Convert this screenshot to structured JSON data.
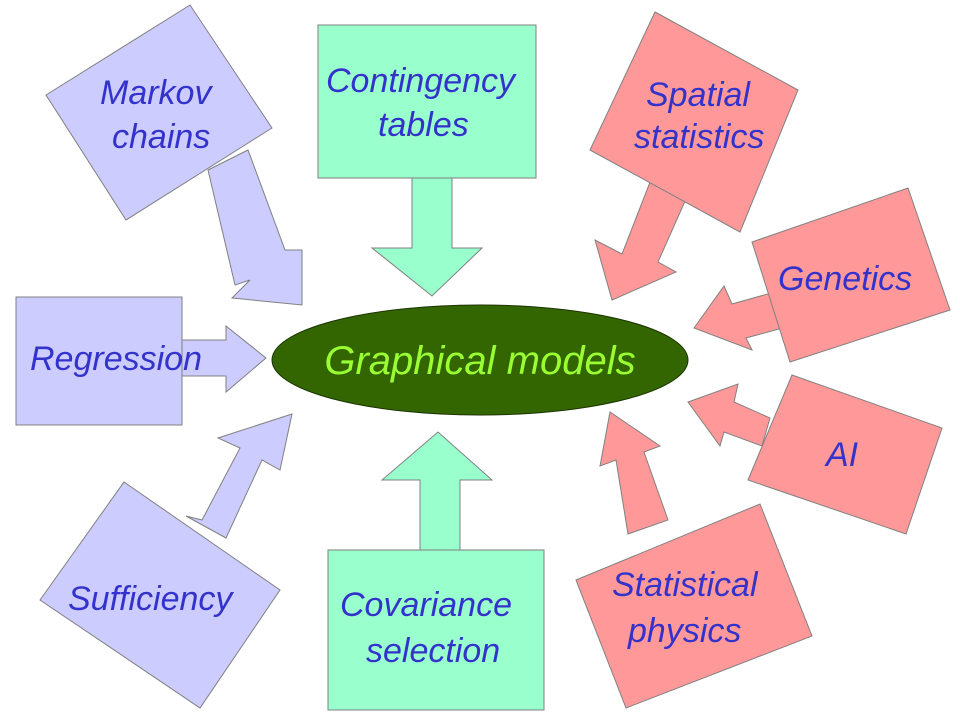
{
  "colors": {
    "lavender": "#ccccff",
    "mint": "#99ffcc",
    "salmon": "#ff9999",
    "ellipse": "#336600",
    "ellipse_text": "#99ff33",
    "label": "#3333cc",
    "outline": "#808080"
  },
  "center": {
    "label": "Graphical models"
  },
  "nodes": {
    "markov": {
      "line1": "Markov",
      "line2": "chains"
    },
    "contingency": {
      "line1": "Contingency",
      "line2": "tables"
    },
    "spatial": {
      "line1": "Spatial",
      "line2": "statistics"
    },
    "genetics": {
      "line1": "Genetics"
    },
    "regression": {
      "line1": "Regression"
    },
    "ai": {
      "line1": "AI"
    },
    "sufficiency": {
      "line1": "Sufficiency"
    },
    "covariance": {
      "line1": "Covariance",
      "line2": "selection"
    },
    "statphys": {
      "line1": "Statistical",
      "line2": "physics"
    }
  }
}
